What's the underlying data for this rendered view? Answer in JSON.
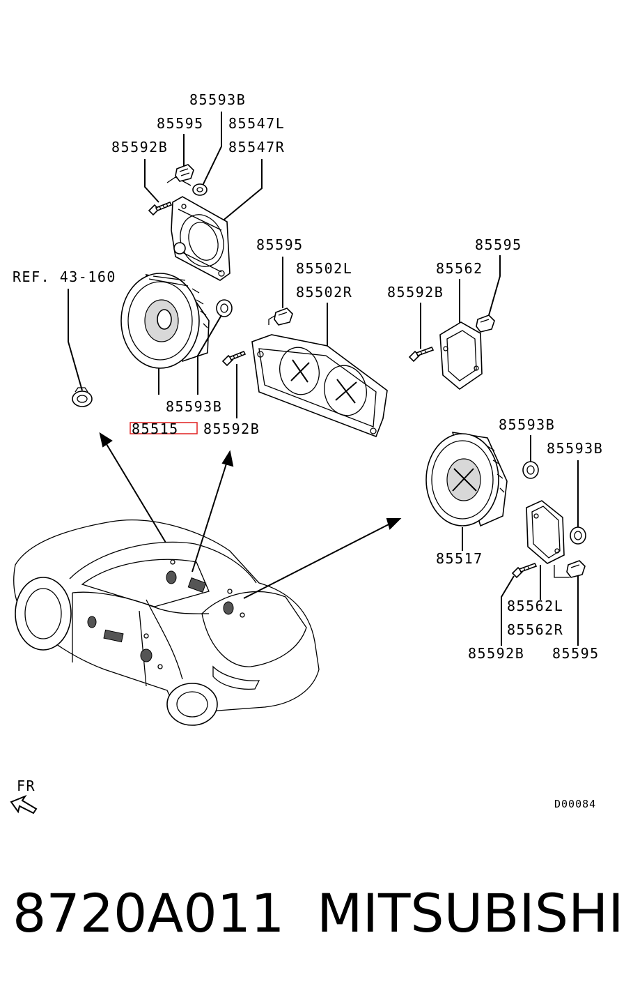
{
  "callouts": {
    "top_speaker_group": {
      "c85593b_top": "85593B",
      "c85595_top": "85595",
      "c85547l": "85547L",
      "c85592b_top": "85592B",
      "c85547r": "85547R"
    },
    "front_speaker": {
      "ref": "REF. 43-160",
      "c85593b": "85593B",
      "c85515": "85515",
      "c85592b": "85592B"
    },
    "door_panel": {
      "c85595": "85595",
      "c85502l": "85502L",
      "c85502r": "85502R"
    },
    "rear_cover": {
      "c85562": "85562",
      "c85595": "85595",
      "c85592b": "85592B"
    },
    "rear_speaker": {
      "c85593b_a": "85593B",
      "c85593b_b": "85593B",
      "c85517": "85517",
      "c85562l": "85562L",
      "c85562r": "85562R",
      "c85592b": "85592B",
      "c85595": "85595"
    }
  },
  "direction_label": "FR",
  "diagram_code": "D00084",
  "footer": {
    "part_number": "8720A011",
    "brand": "MITSUBISHI"
  },
  "highlight_color": "#e02020"
}
